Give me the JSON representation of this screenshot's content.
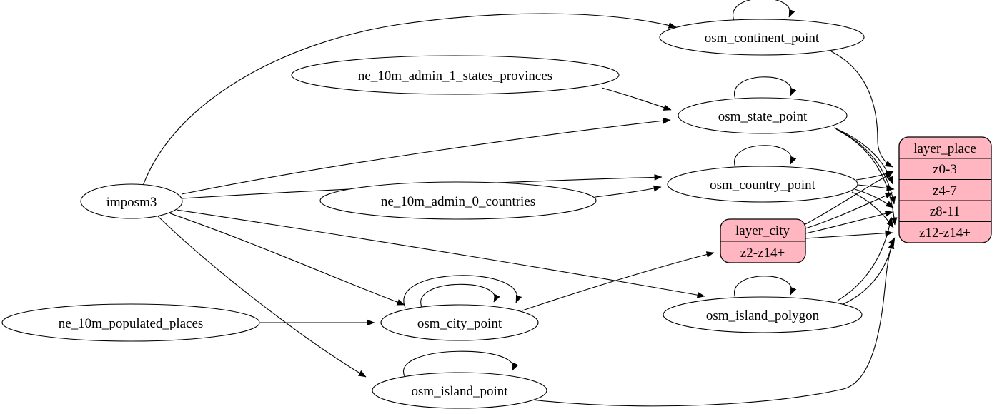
{
  "diagram": {
    "kind": "etl-dependency-graph",
    "background_color": "#ffffff",
    "node_fill_color": "#ffffff",
    "record_fill_color": "#ffb6c1",
    "stroke_color": "#000000",
    "text_color": "#000000"
  },
  "nodes": {
    "imposm3": {
      "label": "imposm3",
      "shape": "ellipse"
    },
    "ne_10m_admin_1_states_provinces": {
      "label": "ne_10m_admin_1_states_provinces",
      "shape": "ellipse"
    },
    "ne_10m_admin_0_countries": {
      "label": "ne_10m_admin_0_countries",
      "shape": "ellipse"
    },
    "ne_10m_populated_places": {
      "label": "ne_10m_populated_places",
      "shape": "ellipse"
    },
    "osm_continent_point": {
      "label": "osm_continent_point",
      "shape": "ellipse"
    },
    "osm_state_point": {
      "label": "osm_state_point",
      "shape": "ellipse"
    },
    "osm_country_point": {
      "label": "osm_country_point",
      "shape": "ellipse"
    },
    "osm_city_point": {
      "label": "osm_city_point",
      "shape": "ellipse"
    },
    "osm_island_polygon": {
      "label": "osm_island_polygon",
      "shape": "ellipse"
    },
    "osm_island_point": {
      "label": "osm_island_point",
      "shape": "ellipse"
    },
    "layer_city": {
      "title": "layer_city",
      "rows": [
        "z2-z14+"
      ],
      "shape": "record"
    },
    "layer_place": {
      "title": "layer_place",
      "rows": [
        "z0-3",
        "z4-7",
        "z8-11",
        "z12-z14+"
      ],
      "shape": "record"
    }
  },
  "edges": [
    {
      "from": "imposm3",
      "to": "osm_continent_point"
    },
    {
      "from": "imposm3",
      "to": "osm_state_point"
    },
    {
      "from": "imposm3",
      "to": "osm_country_point"
    },
    {
      "from": "imposm3",
      "to": "osm_city_point"
    },
    {
      "from": "imposm3",
      "to": "osm_island_polygon"
    },
    {
      "from": "imposm3",
      "to": "osm_island_point"
    },
    {
      "from": "ne_10m_admin_1_states_provinces",
      "to": "osm_state_point"
    },
    {
      "from": "ne_10m_admin_0_countries",
      "to": "osm_country_point"
    },
    {
      "from": "ne_10m_populated_places",
      "to": "osm_city_point"
    },
    {
      "from": "osm_continent_point",
      "to": "osm_continent_point",
      "type": "self-loop"
    },
    {
      "from": "osm_state_point",
      "to": "osm_state_point",
      "type": "self-loop"
    },
    {
      "from": "osm_country_point",
      "to": "osm_country_point",
      "type": "self-loop"
    },
    {
      "from": "osm_city_point",
      "to": "osm_city_point",
      "type": "self-loop"
    },
    {
      "from": "osm_city_point",
      "to": "osm_city_point",
      "type": "self-loop"
    },
    {
      "from": "osm_island_polygon",
      "to": "osm_island_polygon",
      "type": "self-loop"
    },
    {
      "from": "osm_island_point",
      "to": "osm_island_point",
      "type": "self-loop"
    },
    {
      "from": "osm_city_point",
      "to": "layer_city",
      "port": "z2-z14+"
    },
    {
      "from": "osm_continent_point",
      "to": "layer_place",
      "port": "z0-3"
    },
    {
      "from": "osm_country_point",
      "to": "layer_place",
      "port": "z0-3"
    },
    {
      "from": "osm_country_point",
      "to": "layer_place",
      "port": "z4-7"
    },
    {
      "from": "osm_country_point",
      "to": "layer_place",
      "port": "z8-11"
    },
    {
      "from": "osm_country_point",
      "to": "layer_place",
      "port": "z12-z14+"
    },
    {
      "from": "osm_state_point",
      "to": "layer_place",
      "port": "z4-7"
    },
    {
      "from": "osm_state_point",
      "to": "layer_place",
      "port": "z8-11"
    },
    {
      "from": "osm_state_point",
      "to": "layer_place",
      "port": "z12-z14+"
    },
    {
      "from": "layer_city",
      "to": "layer_place",
      "port": "z0-3"
    },
    {
      "from": "layer_city",
      "to": "layer_place",
      "port": "z4-7"
    },
    {
      "from": "layer_city",
      "to": "layer_place",
      "port": "z8-11"
    },
    {
      "from": "layer_city",
      "to": "layer_place",
      "port": "z12-z14+"
    },
    {
      "from": "osm_island_polygon",
      "to": "layer_place",
      "port": "z8-11"
    },
    {
      "from": "osm_island_polygon",
      "to": "layer_place",
      "port": "z12-z14+"
    },
    {
      "from": "osm_island_point",
      "to": "layer_place",
      "port": "z12-z14+"
    }
  ]
}
